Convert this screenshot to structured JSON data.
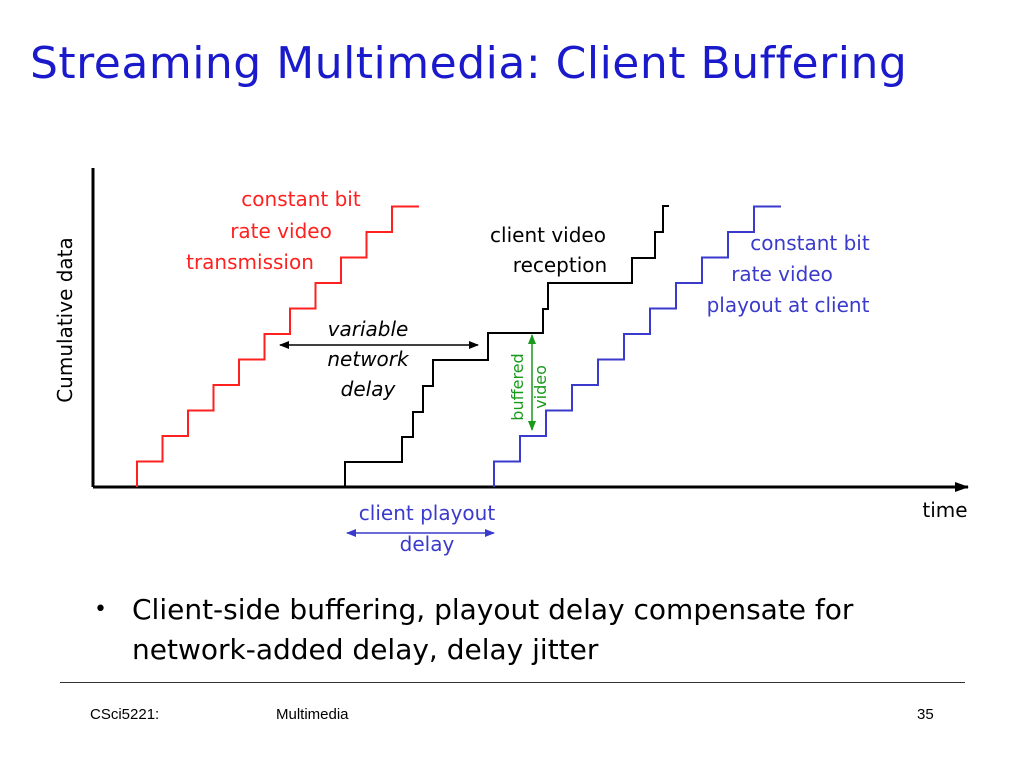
{
  "title": "Streaming Multimedia: Client Buffering",
  "diagram": {
    "y_axis_label": "Cumulative data",
    "x_axis_label": "time",
    "labels": {
      "cbr_transmission": [
        "constant bit",
        "rate video",
        "transmission"
      ],
      "client_reception": [
        "client video",
        "reception"
      ],
      "cbr_playout": [
        "constant bit",
        "rate video",
        "playout at client"
      ],
      "network_delay": [
        "variable",
        "network",
        "delay"
      ],
      "buffered_video": [
        "buffered",
        "video"
      ],
      "playout_delay": [
        "client playout",
        "delay"
      ]
    },
    "colors": {
      "transmission": "#ff2020",
      "reception": "#000000",
      "playout": "#3a3acc",
      "buffered": "#1a9a1a",
      "playout_delay_text": "#3a3acc"
    }
  },
  "bullets": [
    "Client-side buffering, playout delay compensate for network-added delay, delay jitter"
  ],
  "footer": {
    "course": "CSci5221:",
    "topic": "Multimedia",
    "page": "35"
  }
}
